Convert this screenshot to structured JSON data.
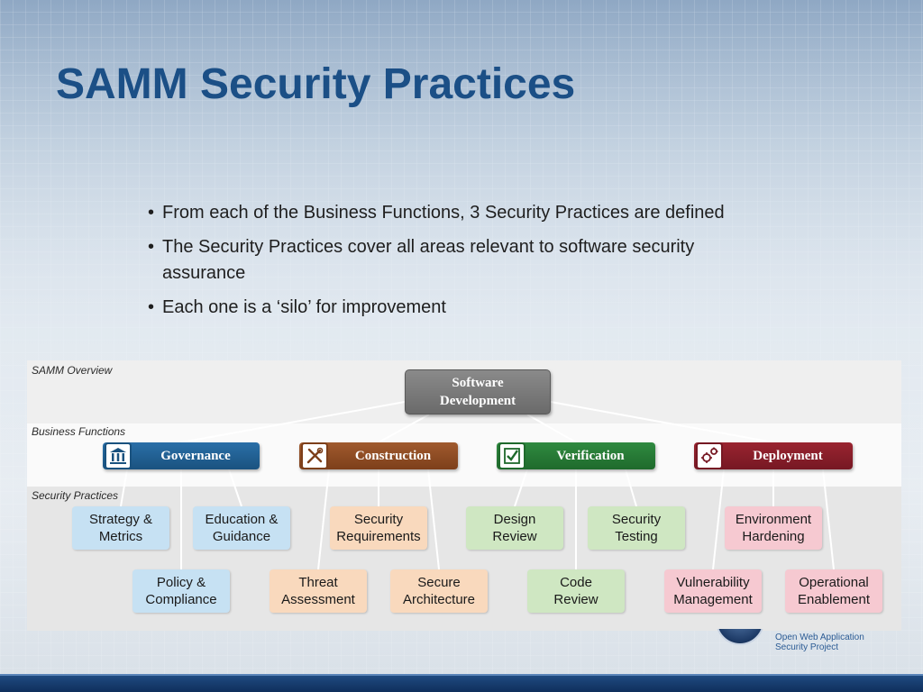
{
  "slide": {
    "title": "SAMM Security Practices",
    "bullets": [
      "From each of the Business Functions, 3 Security Practices are defined",
      "The Security Practices cover all areas relevant to software security assurance",
      "Each one is a ‘silo’ for improvement"
    ]
  },
  "diagram": {
    "overview_label": "SAMM Overview",
    "business_functions_label": "Business Functions",
    "security_practices_label": "Security Practices",
    "root": {
      "line1": "Software",
      "line2": "Development"
    },
    "functions": [
      {
        "label": "Governance",
        "icon": "building-columns-icon",
        "color": "#1a527f"
      },
      {
        "label": "Construction",
        "icon": "tools-icon",
        "color": "#7d3f1a"
      },
      {
        "label": "Verification",
        "icon": "checkbox-icon",
        "color": "#1f6a2c"
      },
      {
        "label": "Deployment",
        "icon": "gears-icon",
        "color": "#761823"
      }
    ],
    "practices": {
      "governance": [
        {
          "line1": "Strategy &",
          "line2": "Metrics"
        },
        {
          "line1": "Education &",
          "line2": "Guidance"
        },
        {
          "line1": "Policy &",
          "line2": "Compliance"
        }
      ],
      "construction": [
        {
          "line1": "Security",
          "line2": "Requirements"
        },
        {
          "line1": "Threat",
          "line2": "Assessment"
        },
        {
          "line1": "Secure",
          "line2": "Architecture"
        }
      ],
      "verification": [
        {
          "line1": "Design",
          "line2": "Review"
        },
        {
          "line1": "Security",
          "line2": "Testing"
        },
        {
          "line1": "Code",
          "line2": "Review"
        }
      ],
      "deployment": [
        {
          "line1": "Environment",
          "line2": "Hardening"
        },
        {
          "line1": "Vulnerability",
          "line2": "Management"
        },
        {
          "line1": "Operational",
          "line2": "Enablement"
        }
      ]
    }
  },
  "logo": {
    "line1": "Open Web Application",
    "line2": "Security Project",
    "icon": "owasp-globe-icon"
  }
}
